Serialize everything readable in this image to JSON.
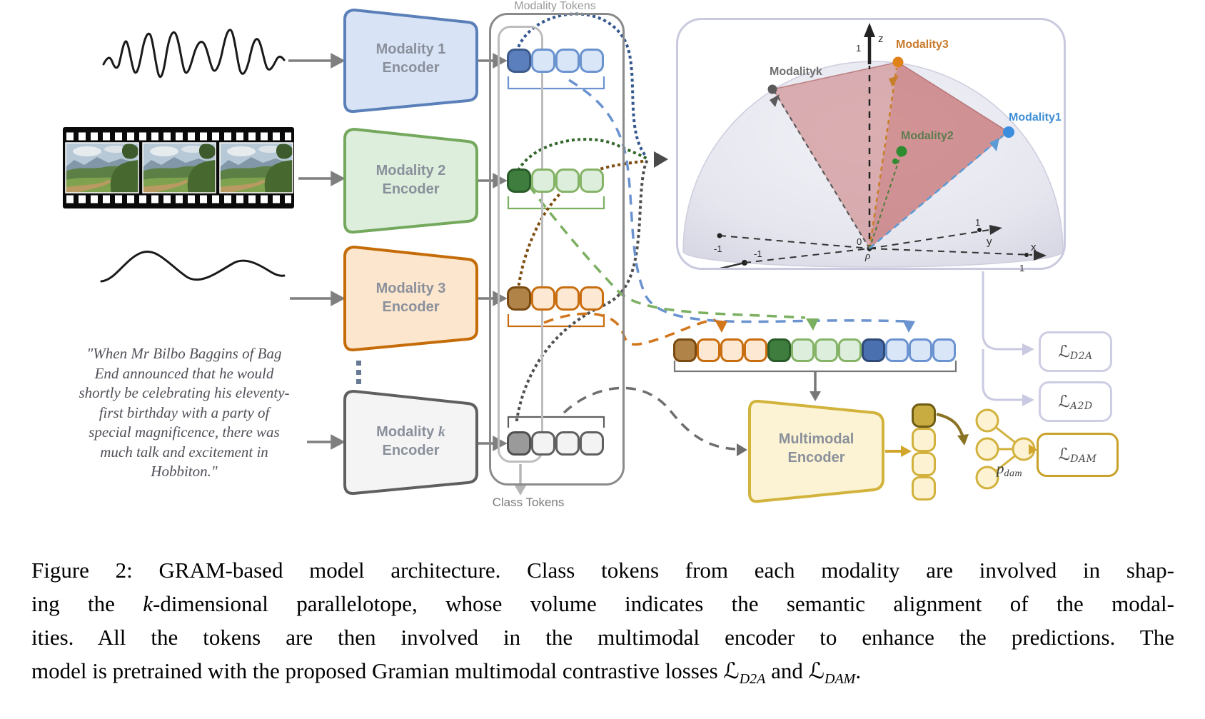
{
  "colors": {
    "modality1_blue": "#5b7fbd",
    "modality2_green": "#3e7d3e",
    "modality3_orange": "#c96e10",
    "modalityk_gray": "#8c8c8c",
    "encoder_gold": "#d2b13d",
    "loss_lavender": "#c9c9df",
    "parallelotope_red": "#c05c5c"
  },
  "labels": {
    "modality_tokens": "Modality Tokens",
    "class_tokens": "Class Tokens"
  },
  "encoders": {
    "e1": {
      "line1": "Modality 1",
      "line2": "Encoder"
    },
    "e2": {
      "line1": "Modality 2",
      "line2": "Encoder"
    },
    "e3": {
      "line1": "Modality 3",
      "line2": "Encoder"
    },
    "ek": {
      "line1_pre": "Modality ",
      "line1_k": "k",
      "line2": "Encoder"
    }
  },
  "quote_lines": [
    "\"When Mr Bilbo Baggins of Bag",
    "End announced that he would",
    "shortly be celebrating his eleventy-",
    "first birthday with a party of",
    "special magnificence, there was",
    "much talk and excitement in",
    "Hobbiton.\""
  ],
  "sphere": {
    "modality1": "Modality1",
    "modality2": "Modality2",
    "modality3": "Modality3",
    "modalityk": "Modalityk",
    "x": "x",
    "y": "y",
    "z": "z",
    "one": "1",
    "zero": "0",
    "minus_one": "-1",
    "rho": "ρ"
  },
  "multimodal_encoder": {
    "line1": "Multimodal",
    "line2": "Encoder"
  },
  "losses": {
    "script_l": "ℒ",
    "d2a": "D2A",
    "a2d": "A2D",
    "dam": "DAM"
  },
  "p_dam": {
    "p": "p",
    "sub": "dam"
  },
  "caption": {
    "line1": "Figure 2: GRAM-based model architecture. Class tokens from each modality are involved in shap-",
    "line2_pre": "ing the ",
    "line2_k": "k",
    "line2_post": "-dimensional parallelotope, whose volume indicates the semantic alignment of the modal-",
    "line3": "ities. All the tokens are then involved in the multimodal encoder to enhance the predictions. The",
    "line4_pre": "model is pretrained with the proposed Gramian multimodal contrastive losses ",
    "line4_and": " and ",
    "line4_end": "."
  }
}
